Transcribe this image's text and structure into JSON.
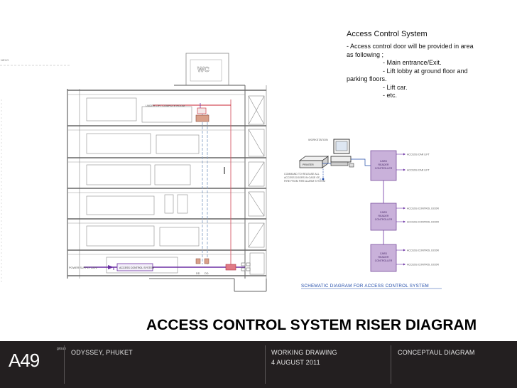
{
  "notes": {
    "title": "Access Control System",
    "lines": [
      "-  Access control door will be provided in area",
      "as following ;",
      "-  Main entrance/Exit.",
      "-  Lift lobby at ground floor and",
      "parking floors.",
      "-  Lift car.",
      "-  etc."
    ]
  },
  "main_title": "ACCESS CONTROL SYSTEM RISER DIAGRAM",
  "section_labels": {
    "wc": "WC",
    "left_edge": "NEXO",
    "pointer_top": "UNDER LIFT COMPUTE ROOM",
    "pointer_bottom": "POWER SUPPLY 220V",
    "equipment_box": "ACCESS CONTROL SYSTEM",
    "dd_labels": [
      "DD",
      "DD"
    ]
  },
  "schematic": {
    "title": "SCHEMATIC  DIAGRAM  FOR  ACCESS  CONTROL  SYSTEM",
    "workstation": "WORKSTATION",
    "printer": "PRINTER",
    "fire_note": [
      "COMMAND TO RELEASE ALL",
      "ACCESS DOORS IN CASE OF",
      "FIRE FROM FIRE ALARM SYSTEM"
    ],
    "controller": [
      "CARD",
      "READER",
      "CONTROLLER"
    ],
    "outputs": {
      "c1": [
        "ACCESS CAR LIFT",
        "ACCESS CAR LIFT"
      ],
      "c2": [
        "ACCESS CONTROL DOOR",
        "ACCESS CONTROL DOOR"
      ],
      "c3": [
        "ACCESS CONTROL DOOR",
        "ACCESS CONTROL DOOR"
      ]
    }
  },
  "footer": {
    "logo": "A49",
    "logo_sub": "group",
    "project": "ODYSSEY, PHUKET",
    "stage": "WORKING DRAWING",
    "date": "4 AUGUST 2011",
    "sheet": "CONCEPTAUL DIAGRAM"
  },
  "colors": {
    "accent_purple": "#6b2fa3",
    "controller_fill": "#c9b1da",
    "red_line": "#c8202f",
    "schematic_blue": "#1f4aa8",
    "footer_bg": "#231f20"
  }
}
